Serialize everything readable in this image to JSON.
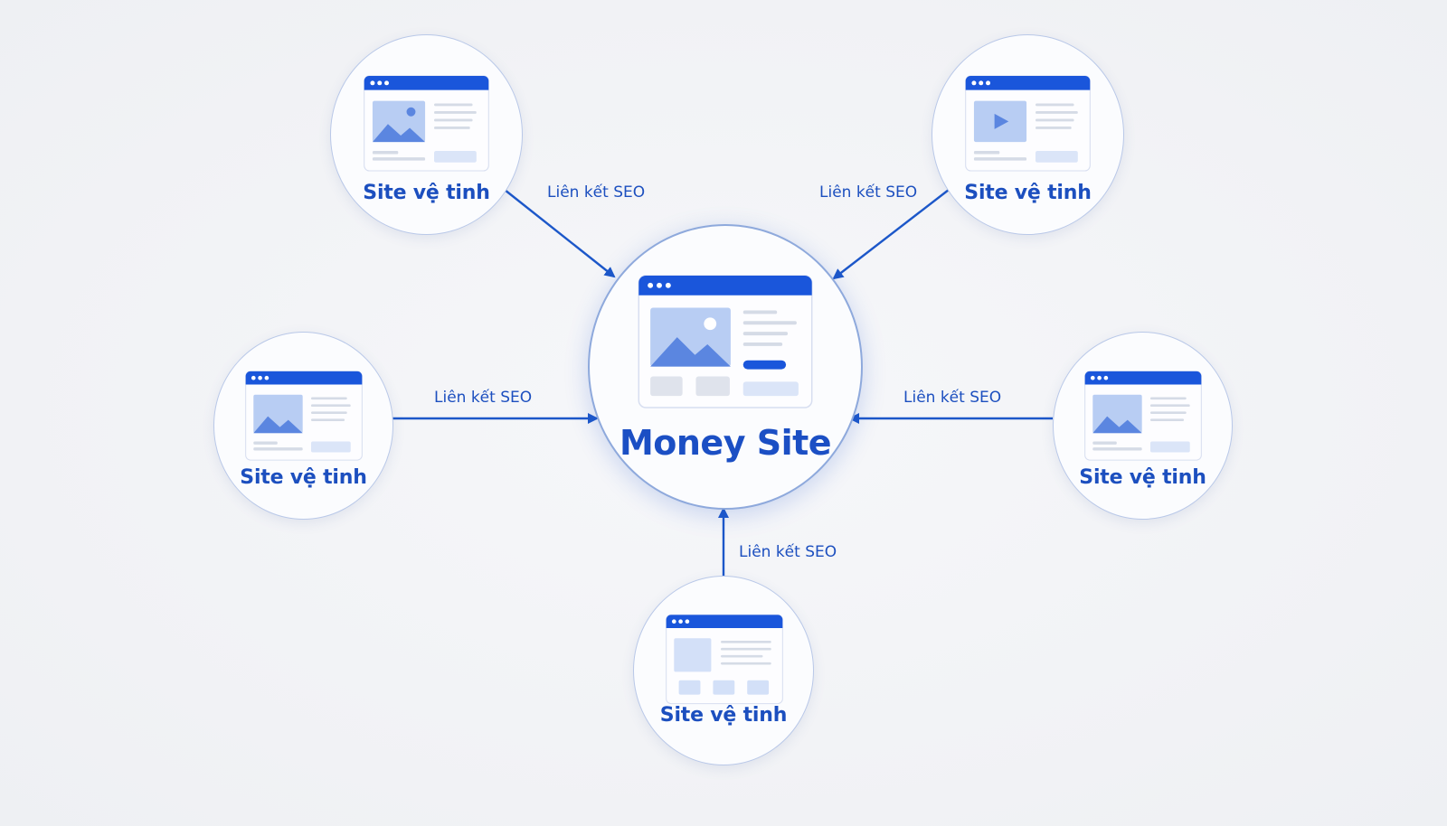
{
  "colors": {
    "accent": "#1a56db",
    "arrow": "#1c57c9",
    "label": "#1c4fbf",
    "circle_border": "#b9c8e8",
    "image_fill": "#b8cdf3",
    "mountain": "#5b86e0"
  },
  "hub": {
    "label": "Money Site",
    "icon": "browser-window-image-icon"
  },
  "satellites": [
    {
      "label": "Site vệ tinh",
      "icon": "browser-window-image-icon"
    },
    {
      "label": "Site vệ tinh",
      "icon": "browser-window-video-icon"
    },
    {
      "label": "Site vệ tinh",
      "icon": "browser-window-image-icon"
    },
    {
      "label": "Site vệ tinh",
      "icon": "browser-window-image-icon"
    },
    {
      "label": "Site vệ tinh",
      "icon": "browser-window-blocks-icon"
    }
  ],
  "links": [
    {
      "label": "Liên kết SEO"
    },
    {
      "label": "Liên kết SEO"
    },
    {
      "label": "Liên kết SEO"
    },
    {
      "label": "Liên kết SEO"
    },
    {
      "label": "Liên kết SEO"
    }
  ]
}
